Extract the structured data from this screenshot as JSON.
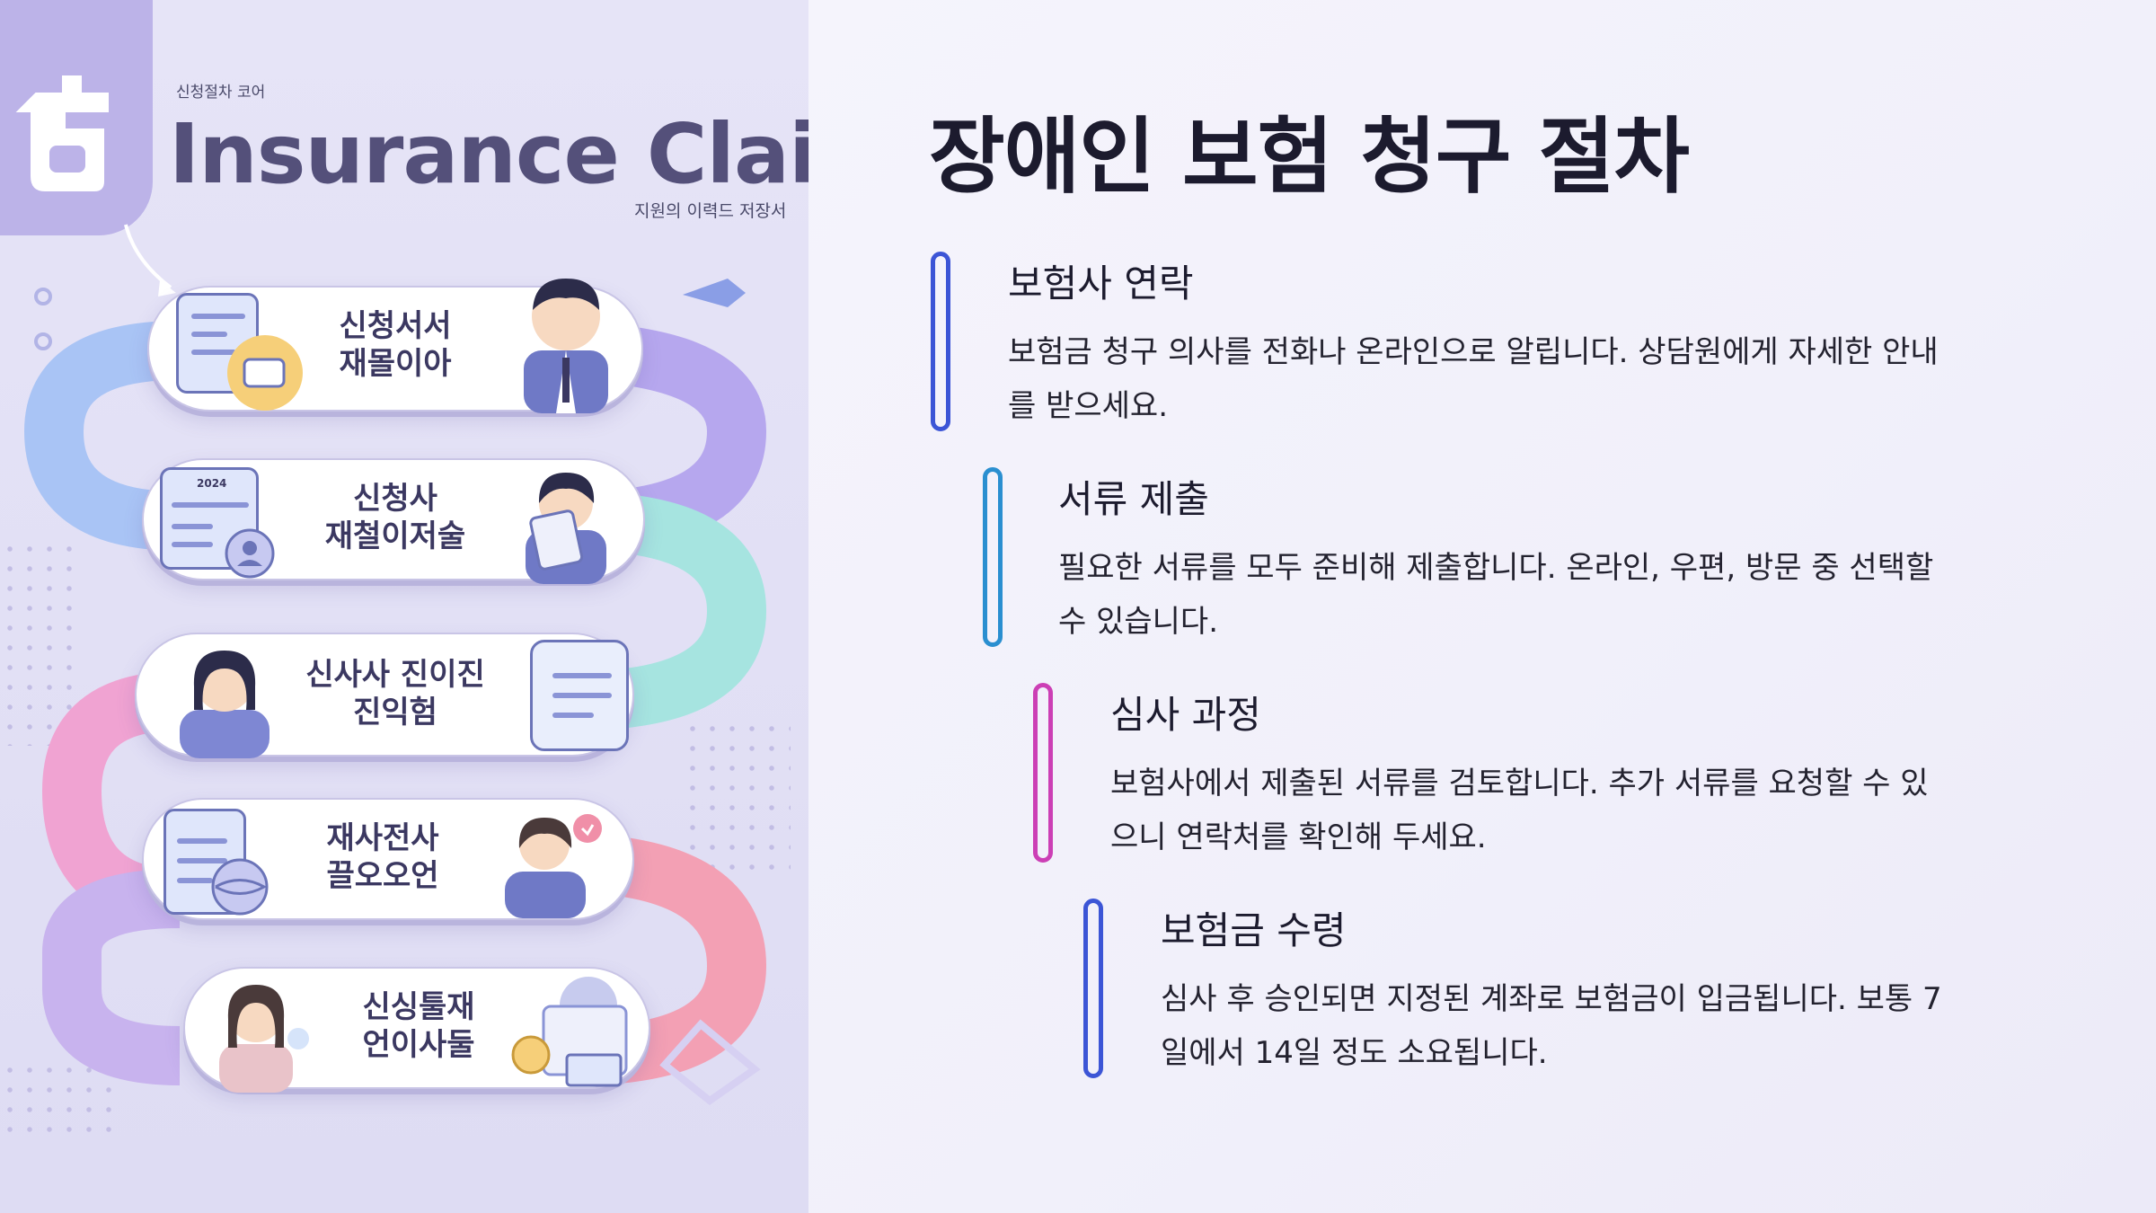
{
  "illustration": {
    "small_top_text": "신청절차 코어",
    "hero_title": "Insurance  Claim",
    "hero_subtitle": "지원의 이력드 저장서",
    "cards": [
      {
        "label_line1": "신청서서",
        "label_line2": "재몰이아",
        "doc_caption": ""
      },
      {
        "label_line1": "신청사",
        "label_line2": "재철이저술",
        "doc_caption": "2024"
      },
      {
        "label_line1": "신사사 진이진",
        "label_line2": "진익험",
        "doc_caption": ""
      },
      {
        "label_line1": "재사전사",
        "label_line2": "끌오오언",
        "doc_caption": ""
      },
      {
        "label_line1": "신싱툴재",
        "label_line2": "언이사둘",
        "doc_caption": ""
      }
    ],
    "road_colors": [
      "#a9c4f5",
      "#b6a7ee",
      "#a6e4e0",
      "#f0a3d2",
      "#f3a0b4"
    ],
    "accent_color": "#54507a"
  },
  "content": {
    "title": "장애인 보험 청구 절차",
    "steps": [
      {
        "title": "보험사 연락",
        "desc_line1": "보험금 청구 의사를 전화나 온라인으로 알립니다. 상담원에게 자세한 안내",
        "desc_line2": "를 받으세요.",
        "color": "#3c55d6"
      },
      {
        "title": "서류 제출",
        "desc_line1": "필요한 서류를 모두 준비해 제출합니다. 온라인, 우편, 방문 중 선택할",
        "desc_line2": "수 있습니다.",
        "color": "#2a8fd0"
      },
      {
        "title": "심사 과정",
        "desc_line1": "보험사에서 제출된 서류를 검토합니다. 추가 서류를 요청할 수 있",
        "desc_line2": "으니 연락처를 확인해 두세요.",
        "color": "#cc3fb5"
      },
      {
        "title": "보험금 수령",
        "desc_line1": "심사 후 승인되면 지정된 계좌로 보험금이 입금됩니다. 보통 7",
        "desc_line2": "일에서 14일 정도 소요됩니다.",
        "color": "#3c55d6"
      }
    ]
  }
}
